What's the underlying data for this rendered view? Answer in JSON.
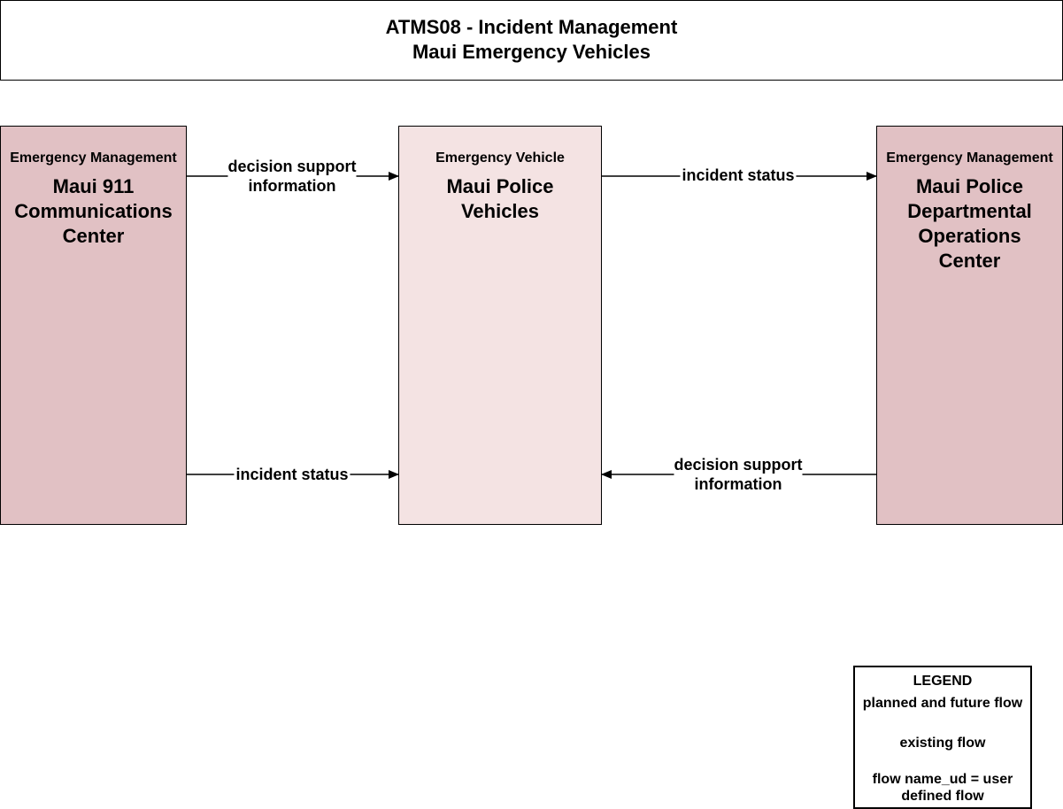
{
  "title": {
    "line1": "ATMS08 - Incident Management",
    "line2": "Maui Emergency Vehicles"
  },
  "entities": [
    {
      "category": "Emergency Management",
      "name": "Maui 911 Communications Center",
      "fill": "#e1c1c4"
    },
    {
      "category": "Emergency Vehicle",
      "name": "Maui Police Vehicles",
      "fill": "#f4e3e3"
    },
    {
      "category": "Emergency Management",
      "name": "Maui Police Departmental Operations Center",
      "fill": "#e1c1c4"
    }
  ],
  "flows": [
    {
      "label_line1": "decision support",
      "label_line2": "information",
      "from": "Maui 911 Communications Center",
      "to": "Maui Police Vehicles",
      "style": "existing"
    },
    {
      "label_line1": "incident status",
      "from": "Maui 911 Communications Center",
      "to": "Maui Police Vehicles",
      "style": "existing"
    },
    {
      "label_line1": "incident status",
      "from": "Maui Police Vehicles",
      "to": "Maui Police Departmental Operations Center",
      "style": "existing"
    },
    {
      "label_line1": "decision support",
      "label_line2": "information",
      "from": "Maui Police Departmental Operations Center",
      "to": "Maui Police Vehicles",
      "style": "existing"
    }
  ],
  "legend": {
    "title": "LEGEND",
    "planned": "planned and future flow",
    "existing": "existing flow",
    "user_defined": "flow name_ud = user defined flow"
  }
}
